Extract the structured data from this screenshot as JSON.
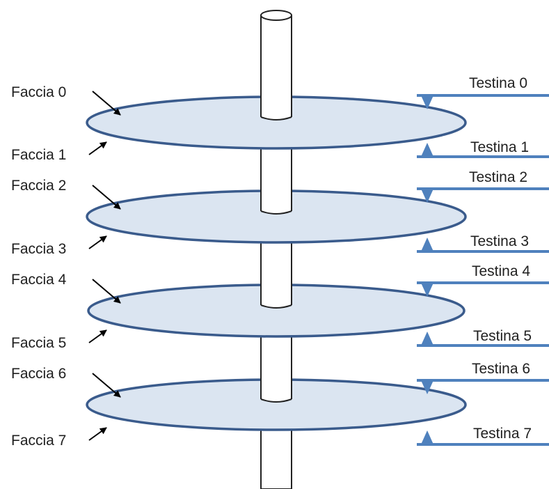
{
  "colors": {
    "platter_fill": "#dbe5f1",
    "platter_stroke": "#3a5b8c",
    "spindle_fill": "#ffffff",
    "spindle_stroke": "#222222",
    "head": "#4f81bd",
    "arrow": "#000000",
    "text": "#1f1f1f"
  },
  "faces": [
    {
      "label": "Faccia 0",
      "side": "top"
    },
    {
      "label": "Faccia 1",
      "side": "bottom"
    },
    {
      "label": "Faccia 2",
      "side": "top"
    },
    {
      "label": "Faccia 3",
      "side": "bottom"
    },
    {
      "label": "Faccia 4",
      "side": "top"
    },
    {
      "label": "Faccia 5",
      "side": "bottom"
    },
    {
      "label": "Faccia 6",
      "side": "top"
    },
    {
      "label": "Faccia 7",
      "side": "bottom"
    }
  ],
  "heads": [
    {
      "label": "Testina 0"
    },
    {
      "label": "Testina 1"
    },
    {
      "label": "Testina 2"
    },
    {
      "label": "Testina 3"
    },
    {
      "label": "Testina 4"
    },
    {
      "label": "Testina 5"
    },
    {
      "label": "Testina 6"
    },
    {
      "label": "Testina 7"
    }
  ]
}
